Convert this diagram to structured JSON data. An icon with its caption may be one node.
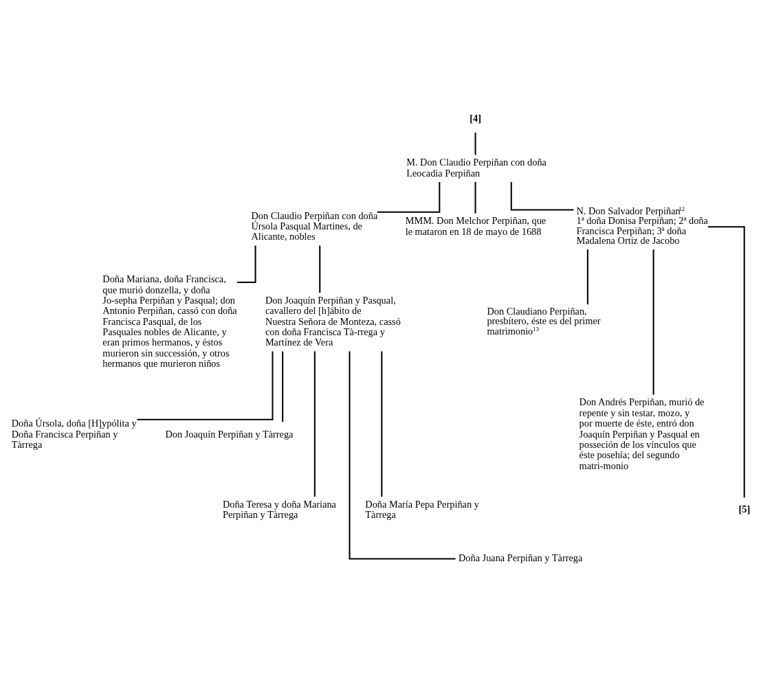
{
  "diagram": {
    "nodes": [
      {
        "text": [
          "[4]"
        ]
      },
      {
        "text": [
          "M. Don Claudio Perpiñan con doña Leocadia Perpiñan"
        ]
      },
      {
        "text": [
          "Don Claudio Perpiñan con doña Úrsola Pasqual Martines, de Alicante, nobles"
        ]
      },
      {
        "text": [
          "MMM. Don Melchor Perpiñan, que le mataron en 18 de mayo de 1688"
        ]
      },
      {
        "text": [
          "N. Don Salvador Perpiñan$^{12}$",
          "1ª doña Donisa Perpiñan; 2ª doña Francisca Perpiñan; 3ª doña Madalena Ortiz de Jacobo"
        ]
      },
      {
        "text": [
          "Doña Mariana, doña Francisca, que murió donzella, y doña Jo-sepha Perpiñan y Pasqual; don Antonio Perpiñan, cassó con doña Francisca Pasqual, de los Pasquales nobles de Alicante, y eran primos hermanos, y éstos murieron sin successión, y otros hermanos que murieron niños"
        ]
      },
      {
        "text": [
          "Don Joaquín Perpiñan y Pasqual, cavallero del [h]ábito de Nuestra Señora de Monteza, cassó con doña Francisca Tà-rrega y Martínez de Vera"
        ]
      },
      {
        "text": [
          "Don Claudiano Perpiñan, presbítero, éste es del primer matrimonio$^{13}$"
        ]
      },
      {
        "text": [
          "Don Andrés Perpiñan, murió de repente y sin testar, mozo, y por muerte de éste, entró don Joaquín Perpiñan y Pasqual en posseción de los vínculos que éste posehía; del segundo matri-monio"
        ]
      },
      {
        "text": [
          "[5]"
        ]
      },
      {
        "text": [
          "Doña Úrsola, doña [H]ypólita y Doña Francisca Perpiñan y Tàrrega"
        ]
      },
      {
        "text": [
          "Don Joaquín Perpiñan y Tàrrega"
        ]
      },
      {
        "text": [
          "Doña Teresa y doña Mariana Perpiñan y Tàrrega"
        ]
      },
      {
        "text": [
          "Doña María Pepa Perpiñan y Tàrrega"
        ]
      },
      {
        "text": [
          "Doña Juana Perpiñan y Tàrrega"
        ]
      }
    ],
    "edges": [
      {
        "from": 0,
        "to": 1,
        "arrow": "none"
      },
      {
        "from": 1,
        "to": 2,
        "arrow": "none"
      },
      {
        "from": 1,
        "to": 3,
        "arrow": "none"
      },
      {
        "from": 1,
        "to": 4,
        "arrow": "none"
      },
      {
        "from": 2,
        "to": 5,
        "arrow": "none"
      },
      {
        "from": 2,
        "to": 6,
        "arrow": "none"
      },
      {
        "from": 4,
        "to": 7,
        "arrow": "none"
      },
      {
        "from": 4,
        "to": 8,
        "arrow": "none"
      },
      {
        "from": 4,
        "to": 9,
        "arrow": "none"
      },
      {
        "from": 6,
        "to": 10,
        "arrow": "none"
      },
      {
        "from": 6,
        "to": 11,
        "arrow": "none"
      },
      {
        "from": 6,
        "to": 12,
        "arrow": "none"
      },
      {
        "from": 6,
        "to": 13,
        "arrow": "none"
      },
      {
        "from": 6,
        "to": 14,
        "arrow": "none"
      }
    ]
  }
}
